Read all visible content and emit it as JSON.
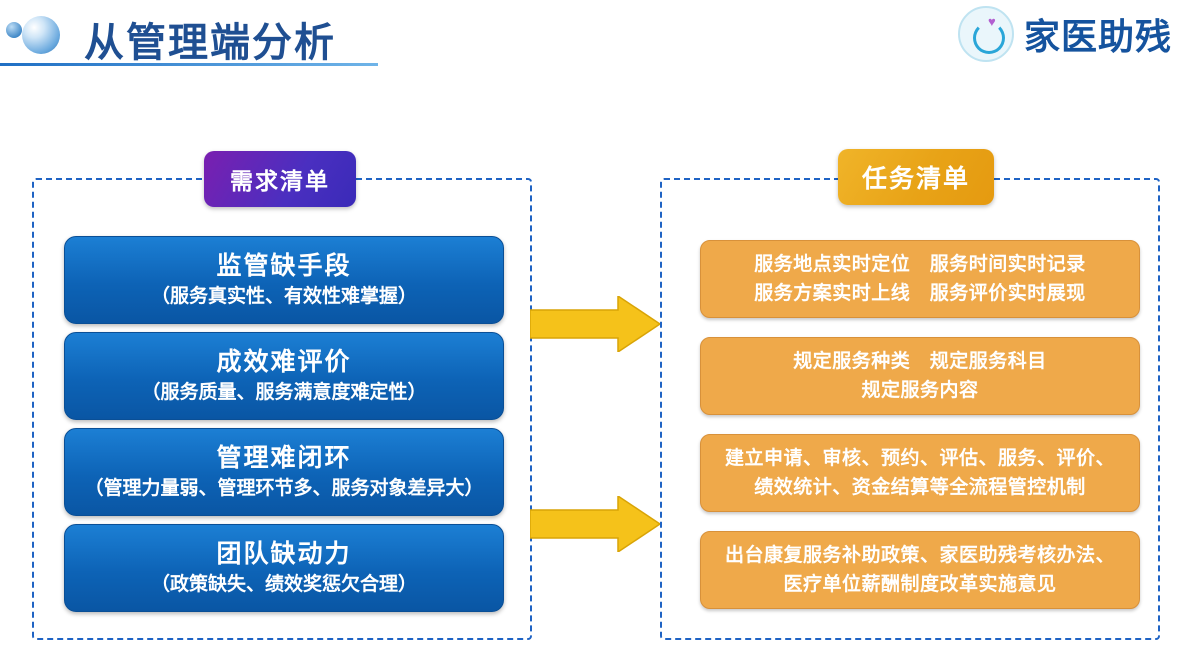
{
  "header": {
    "title": "从管理端分析",
    "logo_icon": "bubble-logo-icon",
    "brand_name": "家医助残",
    "brand_icon": "wheelchair-heart-icon",
    "accent_color": "#1f4f92",
    "underline_color": "#1f6fc4"
  },
  "panels": {
    "left": {
      "title": "需求清单",
      "title_color": "#5a21b0",
      "card_color": "#0d63b6",
      "cards": [
        {
          "heading": "监管缺手段",
          "subtitle": "（服务真实性、有效性难掌握）"
        },
        {
          "heading": "成效难评价",
          "subtitle": "（服务质量、服务满意度难定性）"
        },
        {
          "heading": "管理难闭环",
          "subtitle": "（管理力量弱、管理环节多、服务对象差异大）"
        },
        {
          "heading": "团队缺动力",
          "subtitle": "（政策缺失、绩效奖惩欠合理）"
        }
      ]
    },
    "right": {
      "title": "任务清单",
      "title_color": "#e8a317",
      "card_color": "#efa94a",
      "cards": [
        {
          "lines": [
            "服务地点实时定位　服务时间实时记录",
            "服务方案实时上线　服务评价实时展现"
          ]
        },
        {
          "lines": [
            "规定服务种类　规定服务科目",
            "规定服务内容"
          ]
        },
        {
          "lines": [
            "建立申请、审核、预约、评估、服务、评价、",
            "绩效统计、资金结算等全流程管控机制"
          ]
        },
        {
          "lines": [
            "出台康复服务补助政策、家医助残考核办法、",
            "医疗单位薪酬制度改革实施意见"
          ]
        }
      ]
    }
  },
  "arrows": {
    "icon": "right-arrow-icon",
    "color": "#f5c000",
    "count": 2
  }
}
